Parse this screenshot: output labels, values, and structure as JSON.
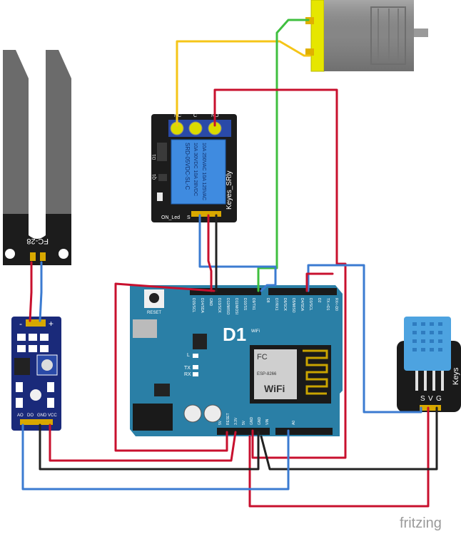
{
  "relay": {
    "label": "Keyes_SRly",
    "part_number": "SRD-05VDC-SL-C",
    "rating_line1": "10A 250VAC  10A 125VAC",
    "rating_line2": "10A 30VDC  10A 28VDC",
    "pin_nc": "NC",
    "pin_c": "C",
    "pin_no": "NO",
    "led_label": "ON_Led",
    "pin_s": "S",
    "diode_label": "D1",
    "transistor_label": "Q1"
  },
  "soil_probe": {
    "label": "FC-28"
  },
  "sensor_module": {
    "pin_labels": [
      "AO",
      "DO",
      "GND",
      "VCC"
    ],
    "minus": "-",
    "plus": "+"
  },
  "dht": {
    "brand": "Keys",
    "pins": [
      "S",
      "V",
      "G"
    ]
  },
  "board": {
    "title": "D1",
    "subtitle": "WiFi",
    "reset_label": "RESET",
    "led_l": "L",
    "led_tx": "TX",
    "led_rx": "RX",
    "module_model": "ESP-8266",
    "module_fcc": "FC",
    "module_brand": "WiFi",
    "top_pins": [
      "D15/SCL",
      "D14/SDA",
      "GND",
      "D13/SCK",
      "D12/MISO",
      "D11/MOSI",
      "D10/SS",
      "D9/TX1",
      "D8",
      "D7/RX1",
      "D6/SCK",
      "D5/MISO",
      "D4/SDA",
      "D3/SCL",
      "D2",
      "TX->D1",
      "RX<-D0"
    ],
    "bottom_pins": [
      "5V",
      "RESET",
      "3.3V",
      "5V",
      "GND",
      "GND",
      "VIN",
      "A0"
    ]
  },
  "watermark": "fritzing",
  "colors": {
    "red_wire": "#c8102e",
    "blue_wire": "#3b7bd1",
    "black_wire": "#222222",
    "yellow_wire": "#f5c518",
    "green_wire": "#3fbf3f",
    "board_blue": "#2a7fa6",
    "relay_blue": "#3f8be0"
  }
}
